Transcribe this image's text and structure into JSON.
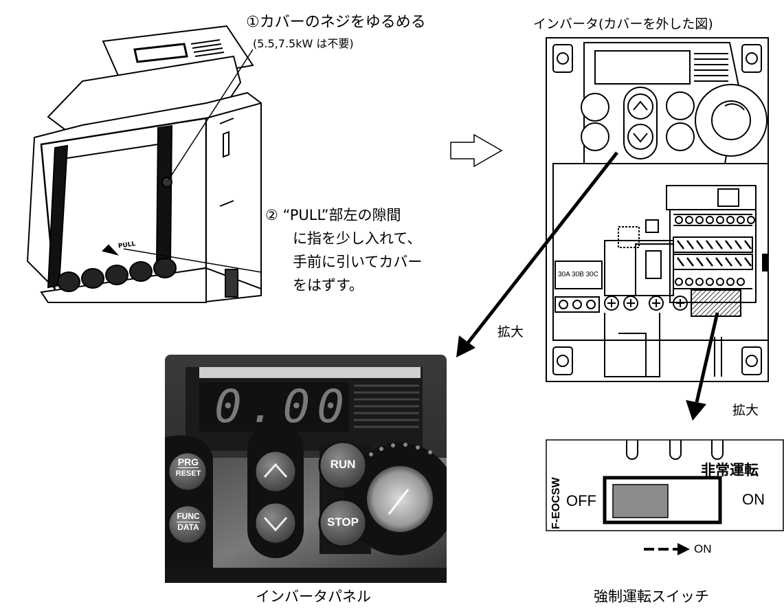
{
  "step1": {
    "main": "①カバーのネジをゆるめる",
    "note": "(5.5,7.5kW は不要)"
  },
  "step2": {
    "lines": [
      "② “PULL”部左の隙間",
      "に指を少し入れて、",
      "手前に引いてカバー",
      "をはずす。"
    ]
  },
  "inverter_title": "インバータ(カバーを外した図)",
  "zoom_label_1": "拡大",
  "zoom_label_2": "拡大",
  "panel": {
    "display": "0.00",
    "buttons": {
      "prg": "PRG",
      "reset": "RESET",
      "func": "FUNC",
      "data": "DATA",
      "run": "RUN",
      "stop": "STOP"
    },
    "caption": "インバータパネル"
  },
  "cover_pull_label": "PULL",
  "terminal_labels": [
    "30A",
    "30B",
    "30C"
  ],
  "switch": {
    "side_label": "F-EOCSW",
    "title": "非常運転",
    "off": "OFF",
    "on": "ON",
    "arrow_label": "ON",
    "caption": "強制運転スイッチ"
  },
  "colors": {
    "panel_dark": "#2b2b2b",
    "button_gray": "#6e6e6e",
    "switch_fill": "#8c8c8c"
  }
}
